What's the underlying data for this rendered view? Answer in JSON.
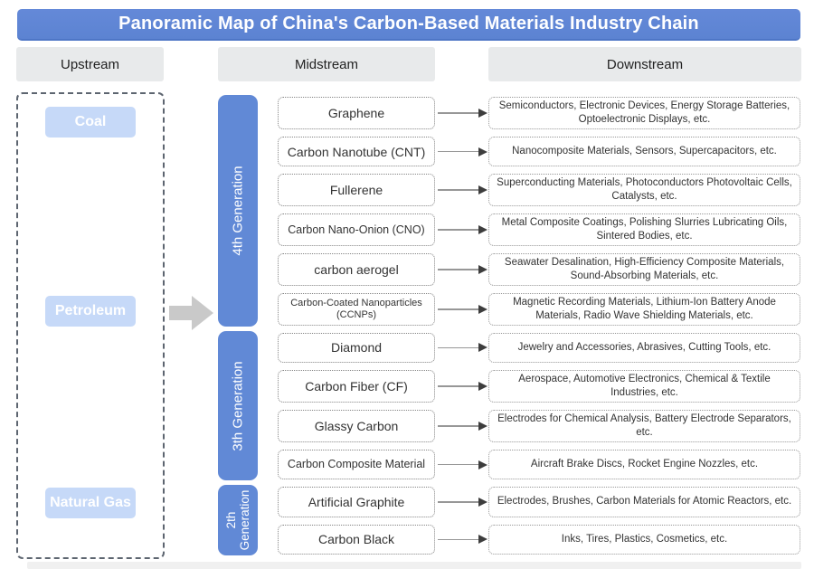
{
  "title": "Panoramic Map of China's Carbon-Based Materials Industry Chain",
  "columns": {
    "upstream": "Upstream",
    "midstream": "Midstream",
    "downstream": "Downstream"
  },
  "upstream_items": [
    "Coal",
    "Petroleum",
    "Natural Gas"
  ],
  "generations": [
    {
      "label": "4th Generation",
      "rows": 6
    },
    {
      "label": "3th Generation",
      "rows": 4
    },
    {
      "label": "2th Generation",
      "rows": 2
    }
  ],
  "rows": [
    {
      "material": "Graphene",
      "applications": "Semiconductors, Electronic Devices, Energy Storage Batteries, Optoelectronic Displays, etc."
    },
    {
      "material": "Carbon Nanotube (CNT)",
      "applications": "Nanocomposite Materials, Sensors, Supercapacitors, etc."
    },
    {
      "material": "Fullerene",
      "applications": "Superconducting Materials, Photoconductors Photovoltaic Cells, Catalysts, etc."
    },
    {
      "material": "Carbon Nano-Onion (CNO)",
      "applications": "Metal Composite Coatings, Polishing Slurries Lubricating Oils, Sintered Bodies, etc."
    },
    {
      "material": "carbon aerogel",
      "applications": "Seawater Desalination, High-Efficiency Composite Materials, Sound-Absorbing Materials, etc."
    },
    {
      "material": "Carbon-Coated Nanoparticles (CCNPs)",
      "applications": "Magnetic Recording Materials, Lithium-Ion Battery Anode Materials, Radio Wave Shielding Materials, etc."
    },
    {
      "material": "Diamond",
      "applications": "Jewelry and Accessories, Abrasives, Cutting Tools, etc."
    },
    {
      "material": "Carbon Fiber (CF)",
      "applications": "Aerospace, Automotive Electronics, Chemical & Textile Industries, etc."
    },
    {
      "material": "Glassy Carbon",
      "applications": "Electrodes for Chemical Analysis, Battery Electrode Separators, etc."
    },
    {
      "material": "Carbon Composite Material",
      "applications": "Aircraft Brake Discs, Rocket Engine Nozzles, etc."
    },
    {
      "material": "Artificial Graphite",
      "applications": "Electrodes, Brushes, Carbon Materials for Atomic Reactors, etc."
    },
    {
      "material": "Carbon Black",
      "applications": "Inks, Tires, Plastics, Cosmetics, etc."
    }
  ],
  "colors": {
    "title_bar": "#5f85d5",
    "generation_bar": "#6189d6",
    "upstream_item_bg": "#c6d9f8",
    "column_header_bg": "#e8eaeb",
    "big_arrow": "#c9c9c9",
    "arrow_head": "#3d3d3d",
    "dotted_border": "#8a8a8a"
  }
}
